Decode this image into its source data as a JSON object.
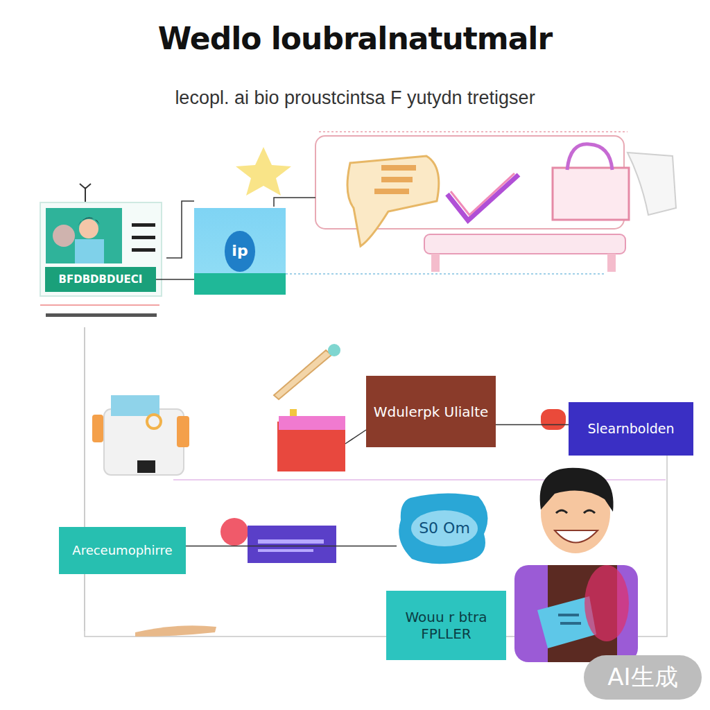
{
  "diagram": {
    "title": "Wedlo loubralnatutmalr",
    "caption": "lecopl. ai bio proustcintsa F yutydn tretigser",
    "nodes": [
      {
        "text": [
          "BFDBDBDUECI"
        ]
      },
      {
        "text": [
          "ip"
        ]
      },
      {
        "text": [
          "Wdulerpk Ulialte"
        ]
      },
      {
        "text": [
          "Slearnbolden"
        ]
      },
      {
        "text": [
          "Areceumophirre"
        ]
      },
      {
        "text": [
          "S0 Om"
        ]
      },
      {
        "text": [
          "Wouu r btra FPLLER"
        ]
      }
    ],
    "edges": [
      {
        "from": 0,
        "to": 1,
        "arrow": "none"
      },
      {
        "from": 2,
        "to": 3,
        "arrow": "none"
      },
      {
        "from": 4,
        "to": 5,
        "arrow": "none"
      }
    ],
    "labels": [
      "AI生成"
    ]
  }
}
